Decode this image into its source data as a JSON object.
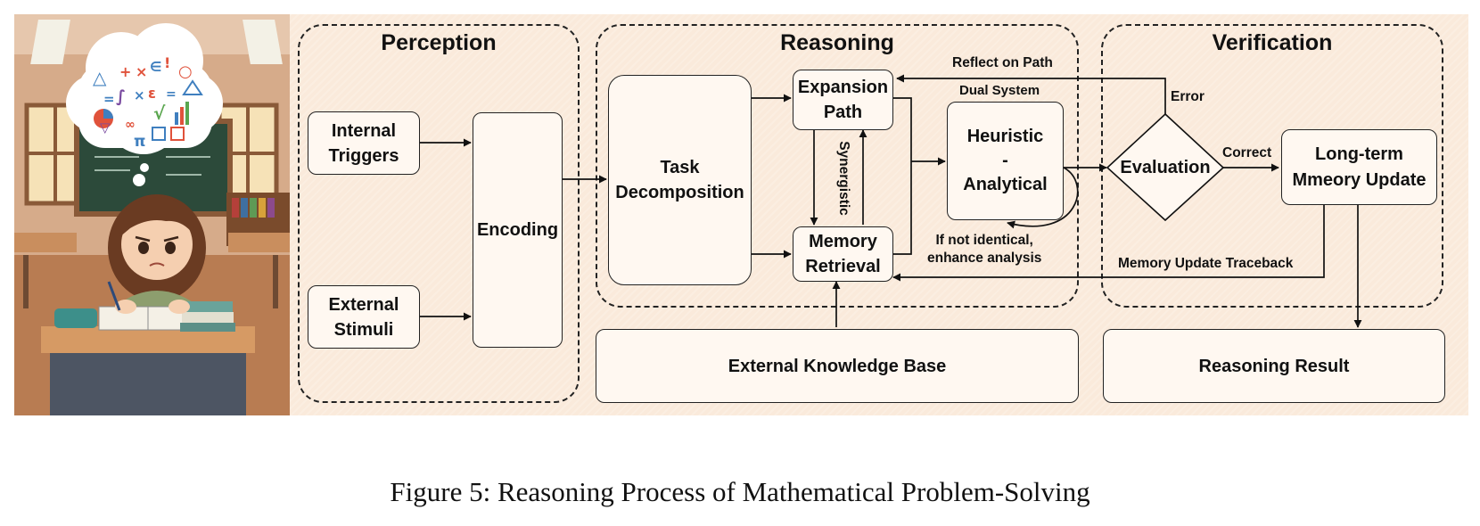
{
  "sections": {
    "perception": "Perception",
    "reasoning": "Reasoning",
    "verification": "Verification"
  },
  "boxes": {
    "internal_triggers": "Internal\nTriggers",
    "external_stimuli": "External\nStimuli",
    "encoding": "Encoding",
    "task_decomposition": "Task\nDecomposition",
    "expansion_path": "Expansion\nPath",
    "memory_retrieval": "Memory\nRetrieval",
    "heuristic_analytical": "Heuristic\n-\nAnalytical",
    "evaluation": "Evaluation",
    "long_term_memory_update": "Long-term\nMmeory Update",
    "external_knowledge_base": "External Knowledge Base",
    "reasoning_result": "Reasoning Result"
  },
  "labels": {
    "reflect_on_path": "Reflect on Path",
    "dual_system": "Dual System",
    "synergistic": "Synergistic",
    "if_not_identical": "If not identical,\nenhance analysis",
    "error": "Error",
    "correct": "Correct",
    "memory_update_traceback": "Memory Update Traceback"
  },
  "caption": "Figure 5: Reasoning Process of Mathematical Problem-Solving",
  "thought_bubble_symbols": [
    "△",
    "+",
    "×",
    "∈",
    "!",
    "○",
    "=",
    "∫",
    "×",
    "ε",
    "=",
    "√",
    "π",
    "▽",
    "∞"
  ],
  "colors": {
    "panel": "#faeadb",
    "box_fill": "#fff8f1",
    "stroke": "#222222",
    "classroom_wall": "#cfa584",
    "chalkboard": "#2c4a3a"
  }
}
